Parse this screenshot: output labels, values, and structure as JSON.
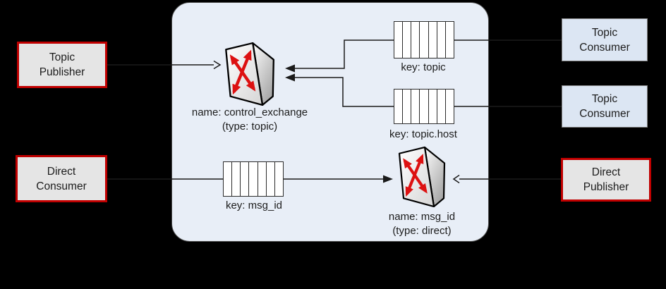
{
  "boxes": {
    "topic_publisher": {
      "label": "Topic Publisher",
      "style": "red-bordered-gray"
    },
    "direct_consumer": {
      "label": "Direct Consumer",
      "style": "red-bordered-gray"
    },
    "topic_consumer_1": {
      "label": "Topic Consumer",
      "style": "blue"
    },
    "topic_consumer_2": {
      "label": "Topic Consumer",
      "style": "blue"
    },
    "direct_publisher": {
      "label": "Direct Publisher",
      "style": "red-bordered-gray"
    }
  },
  "exchanges": {
    "control": {
      "name_label": "name: control_exchange",
      "type_label": "(type: topic)"
    },
    "direct": {
      "name_label": "name: msg_id",
      "type_label": "(type: direct)"
    }
  },
  "queues": {
    "topic": {
      "label": "key: topic"
    },
    "topic_host": {
      "label": "key: topic.host"
    },
    "msg_id": {
      "label": "key: msg_id"
    }
  },
  "icons": {
    "exchange": "crossed-red-arrows-switch-icon",
    "queue": "segmented-queue-icon"
  },
  "colors": {
    "background": "#000000",
    "panel_fill": "#e8eef7",
    "panel_border": "#4a4a4a",
    "red_border": "#c00000",
    "gray_box_fill": "#e5e5e5",
    "blue_box_fill": "#dce6f3",
    "blue_box_border": "#7f7f7f",
    "line_color": "#1a1a1a",
    "exchange_arrow_red": "#dd1111"
  }
}
